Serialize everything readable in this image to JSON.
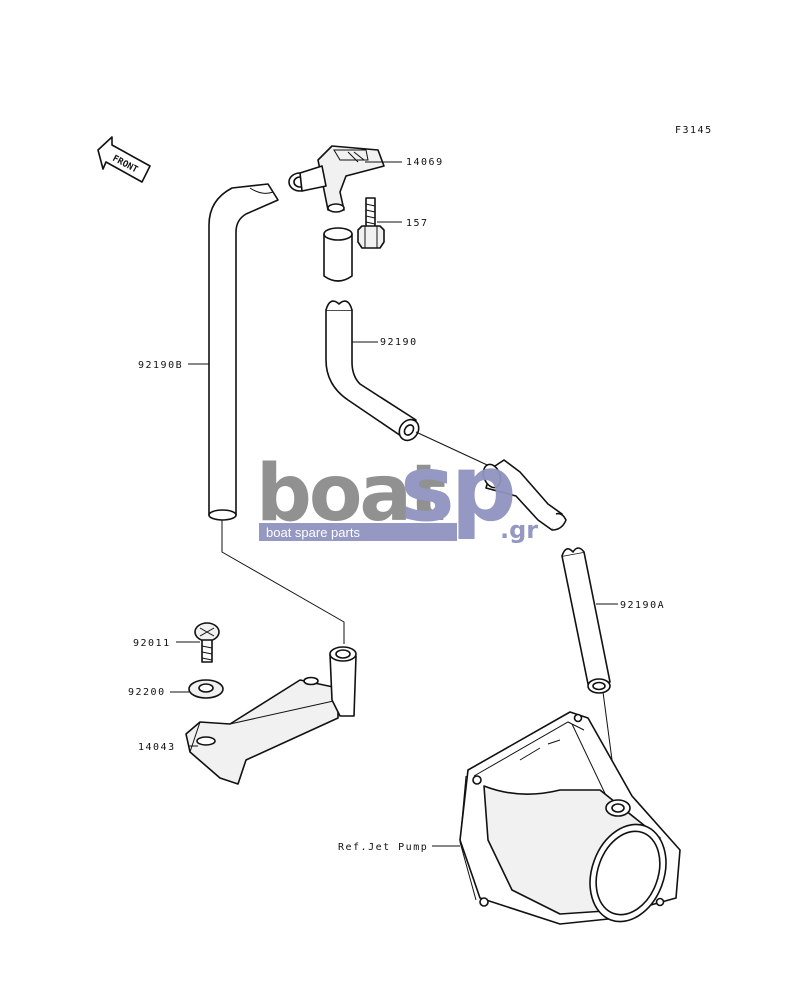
{
  "figure_code": "F3145",
  "front_label": "FRONT",
  "parts": {
    "p14069": "14069",
    "p157": "157",
    "p92190": "92190",
    "p92190B": "92190B",
    "p92190A": "92190A",
    "p92011": "92011",
    "p92200": "92200",
    "p14043": "14043",
    "ref_jet_pump": "Ref.Jet Pump"
  },
  "watermark": {
    "word1": "boat",
    "word2": "sp",
    "suffix": ".gr",
    "tagline": "boat spare parts",
    "color_gray": "#8c8c8c",
    "color_blue": "#8f93bf"
  }
}
